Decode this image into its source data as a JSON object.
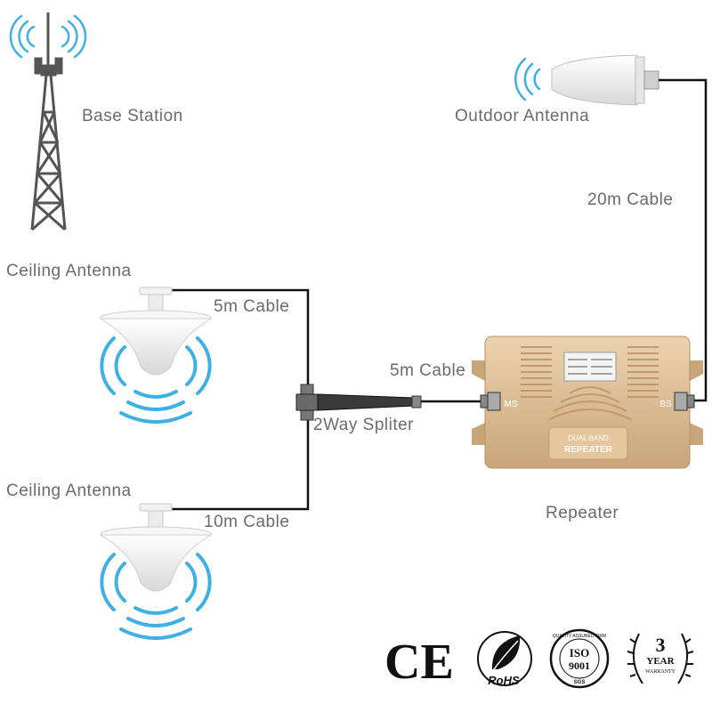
{
  "labels": {
    "base_station": "Base Station",
    "outdoor_antenna": "Outdoor Antenna",
    "cable_20m": "20m  Cable",
    "ceiling_antenna_1": "Ceiling Antenna",
    "cable_5m_top": "5m  Cable",
    "cable_5m_mid": "5m  Cable",
    "splitter": "2Way Spliter",
    "ceiling_antenna_2": "Ceiling Antenna",
    "cable_10m": "10m Cable",
    "repeater": "Repeater"
  },
  "repeater_device": {
    "port_ms": "MS",
    "port_bs": "BS",
    "band_text": "DUAL BAND",
    "name_text": "REPEATER"
  },
  "certifications": {
    "ce": "CE",
    "rohs": "RoHS",
    "iso_top": "QUALITY ASSURED FIRM",
    "iso_mid": "ISO",
    "iso_num": "9001",
    "iso_bottom": "SGS",
    "warranty_num": "3",
    "warranty_unit": "YEAR",
    "warranty_text": "WARRANTY"
  },
  "colors": {
    "wave_blue": "#3fb0e4",
    "repeater_gold": "#d9b98d",
    "cable": "#111111",
    "text_gray": "#6b6b6b"
  }
}
